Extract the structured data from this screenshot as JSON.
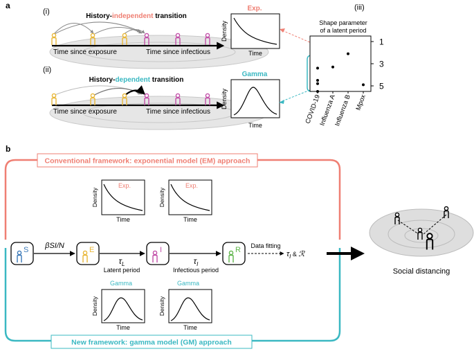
{
  "panel_a": {
    "label": "a",
    "i": {
      "label": "(i)",
      "title_pre": "History-",
      "title_hl": "independent",
      "title_post": " transition",
      "axis_exposure": "Time since exposure",
      "axis_infectious": "Time since infectious",
      "mini_title": "Exp.",
      "mini_ylabel": "Density",
      "mini_xlabel": "Time"
    },
    "ii": {
      "label": "(ii)",
      "title_pre": "History-",
      "title_hl": "dependent",
      "title_post": " transition",
      "axis_exposure": "Time since exposure",
      "axis_infectious": "Time since infectious",
      "mini_title": "Gamma",
      "mini_ylabel": "Density",
      "mini_xlabel": "Time"
    },
    "iii": {
      "label": "(iii)",
      "title_line1": "Shape parameter",
      "title_line2": "of a latent period",
      "y_ticks": [
        "1",
        "3",
        "5"
      ],
      "categories": [
        "COVID-19",
        "Influenza A",
        "Influenza B",
        "Mpox"
      ]
    }
  },
  "panel_b": {
    "label": "b",
    "conventional_label": "Conventional framework: exponential model (EM) approach",
    "new_label": "New framework: gamma model (GM) approach",
    "mini_ylabel": "Density",
    "mini_xlabel": "Time",
    "exp_title": "Exp.",
    "gamma_title": "Gamma",
    "states": [
      "S",
      "E",
      "I",
      "R"
    ],
    "rate_infection": "βSI/N",
    "tau_l": "τ",
    "tau_l_sub": "L",
    "tau_i": "τ",
    "tau_i_sub": "I",
    "latent_period": "Latent period",
    "infectious_period": "Infectious period",
    "data_fitting": "Data fitting",
    "fit_result_tau": "τ",
    "fit_result_sub": "I",
    "fit_result_rest": " & ",
    "fit_result_r": "ℛ",
    "social_distancing": "Social distancing"
  },
  "colors": {
    "red": "#ef7f73",
    "teal": "#3ab8c2",
    "yellow": "#e8b738",
    "magenta": "#c24fa8",
    "green": "#5fb54a",
    "blue": "#3b79b8"
  },
  "chart_data": {
    "type": "scatter",
    "title": "Shape parameter of a latent period",
    "categories": [
      "COVID-19",
      "Influenza A",
      "Influenza B",
      "Mpox"
    ],
    "y_reversed": true,
    "ylim": [
      0.5,
      5.5
    ],
    "y_ticks": [
      1,
      3,
      5
    ],
    "points": [
      {
        "category": "COVID-19",
        "value": 3.4
      },
      {
        "category": "COVID-19",
        "value": 4.5
      },
      {
        "category": "COVID-19",
        "value": 4.8
      },
      {
        "category": "COVID-19",
        "value": 5.5
      },
      {
        "category": "Influenza A",
        "value": 3.3
      },
      {
        "category": "Influenza B",
        "value": 2.1
      },
      {
        "category": "Mpox",
        "value": 4.9
      }
    ]
  }
}
